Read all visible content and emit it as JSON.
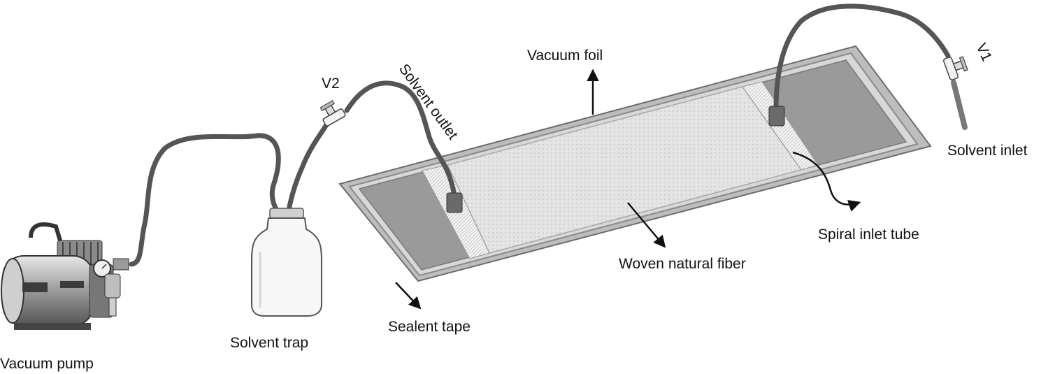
{
  "labels": {
    "vacuum_pump": "Vacuum pump",
    "solvent_trap": "Solvent trap",
    "valve_v2": "V2",
    "solvent_outlet": "Solvent outlet",
    "vacuum_foil": "Vacuum foil",
    "sealent_tape": "Sealent tape",
    "woven_natural_fiber": "Woven natural fiber",
    "spiral_inlet_tube": "Spiral inlet tube",
    "valve_v1": "V1",
    "solvent_inlet": "Solvent inlet"
  },
  "colors": {
    "tube": "#555555",
    "fiber": "#e6e6e6",
    "plate": "#9a9a9a",
    "frame": "#c8c8c8"
  }
}
